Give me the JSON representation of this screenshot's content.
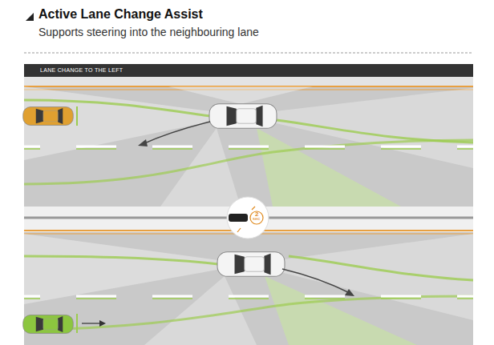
{
  "diagram": {
    "title": "Active Lane Change Assist",
    "nodes": [
      {
        "text": [
          "LANE CHANGE TO THE LEFT"
        ]
      }
    ],
    "labels": [
      "Supports steering into the neighbouring lane",
      "2",
      "sec"
    ]
  }
}
